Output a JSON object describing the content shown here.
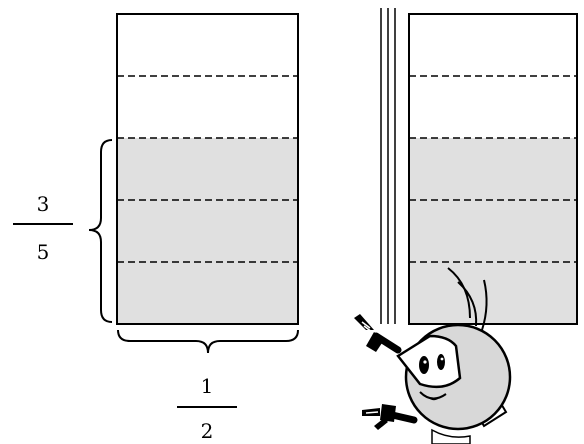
{
  "left_fraction": {
    "numerator": "3",
    "denominator": "5"
  },
  "bottom_fraction": {
    "numerator": "1",
    "denominator": "2"
  },
  "colors": {
    "shade": "#e0e0e0",
    "stroke": "#000000",
    "background": "#ffffff"
  },
  "rectangles": [
    {
      "name": "left-rectangle",
      "rows": 5,
      "shaded_rows": [
        2,
        3,
        4
      ]
    },
    {
      "name": "right-rectangle",
      "rows": 5,
      "shaded_rows": [
        2,
        3,
        4
      ]
    }
  ],
  "mascot_icon": "pointing-robot-mascot-icon"
}
